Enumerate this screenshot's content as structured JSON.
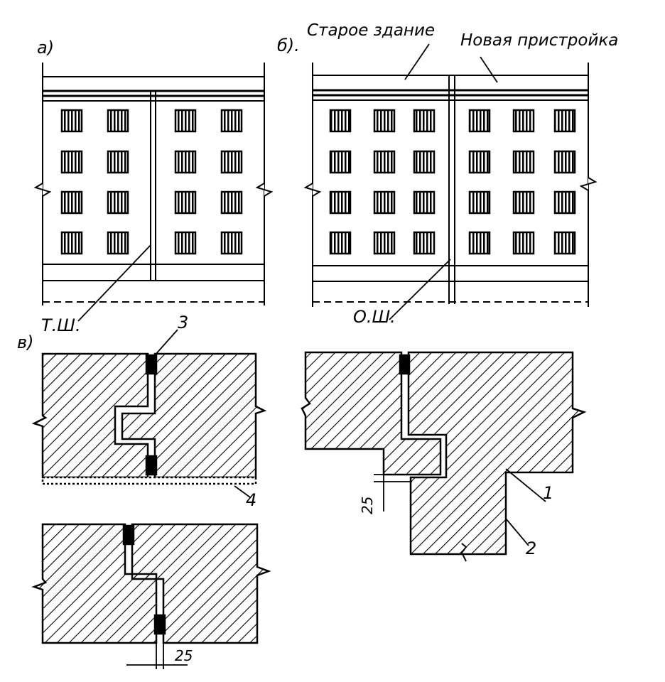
{
  "labels": {
    "panel_a": "а)",
    "panel_b": "б).",
    "panel_c": "в)",
    "old_building": "Старое здание",
    "new_extension": "Новая пристройка",
    "expansion_joint": "Т.Ш.",
    "settlement_joint": "О.Ш.",
    "callout_1": "1",
    "callout_2": "2",
    "callout_3": "3",
    "callout_4": "4",
    "dim_joint_gap": "25",
    "dim_offset": "25"
  },
  "colors": {
    "ink": "#000000",
    "paper": "#ffffff"
  }
}
